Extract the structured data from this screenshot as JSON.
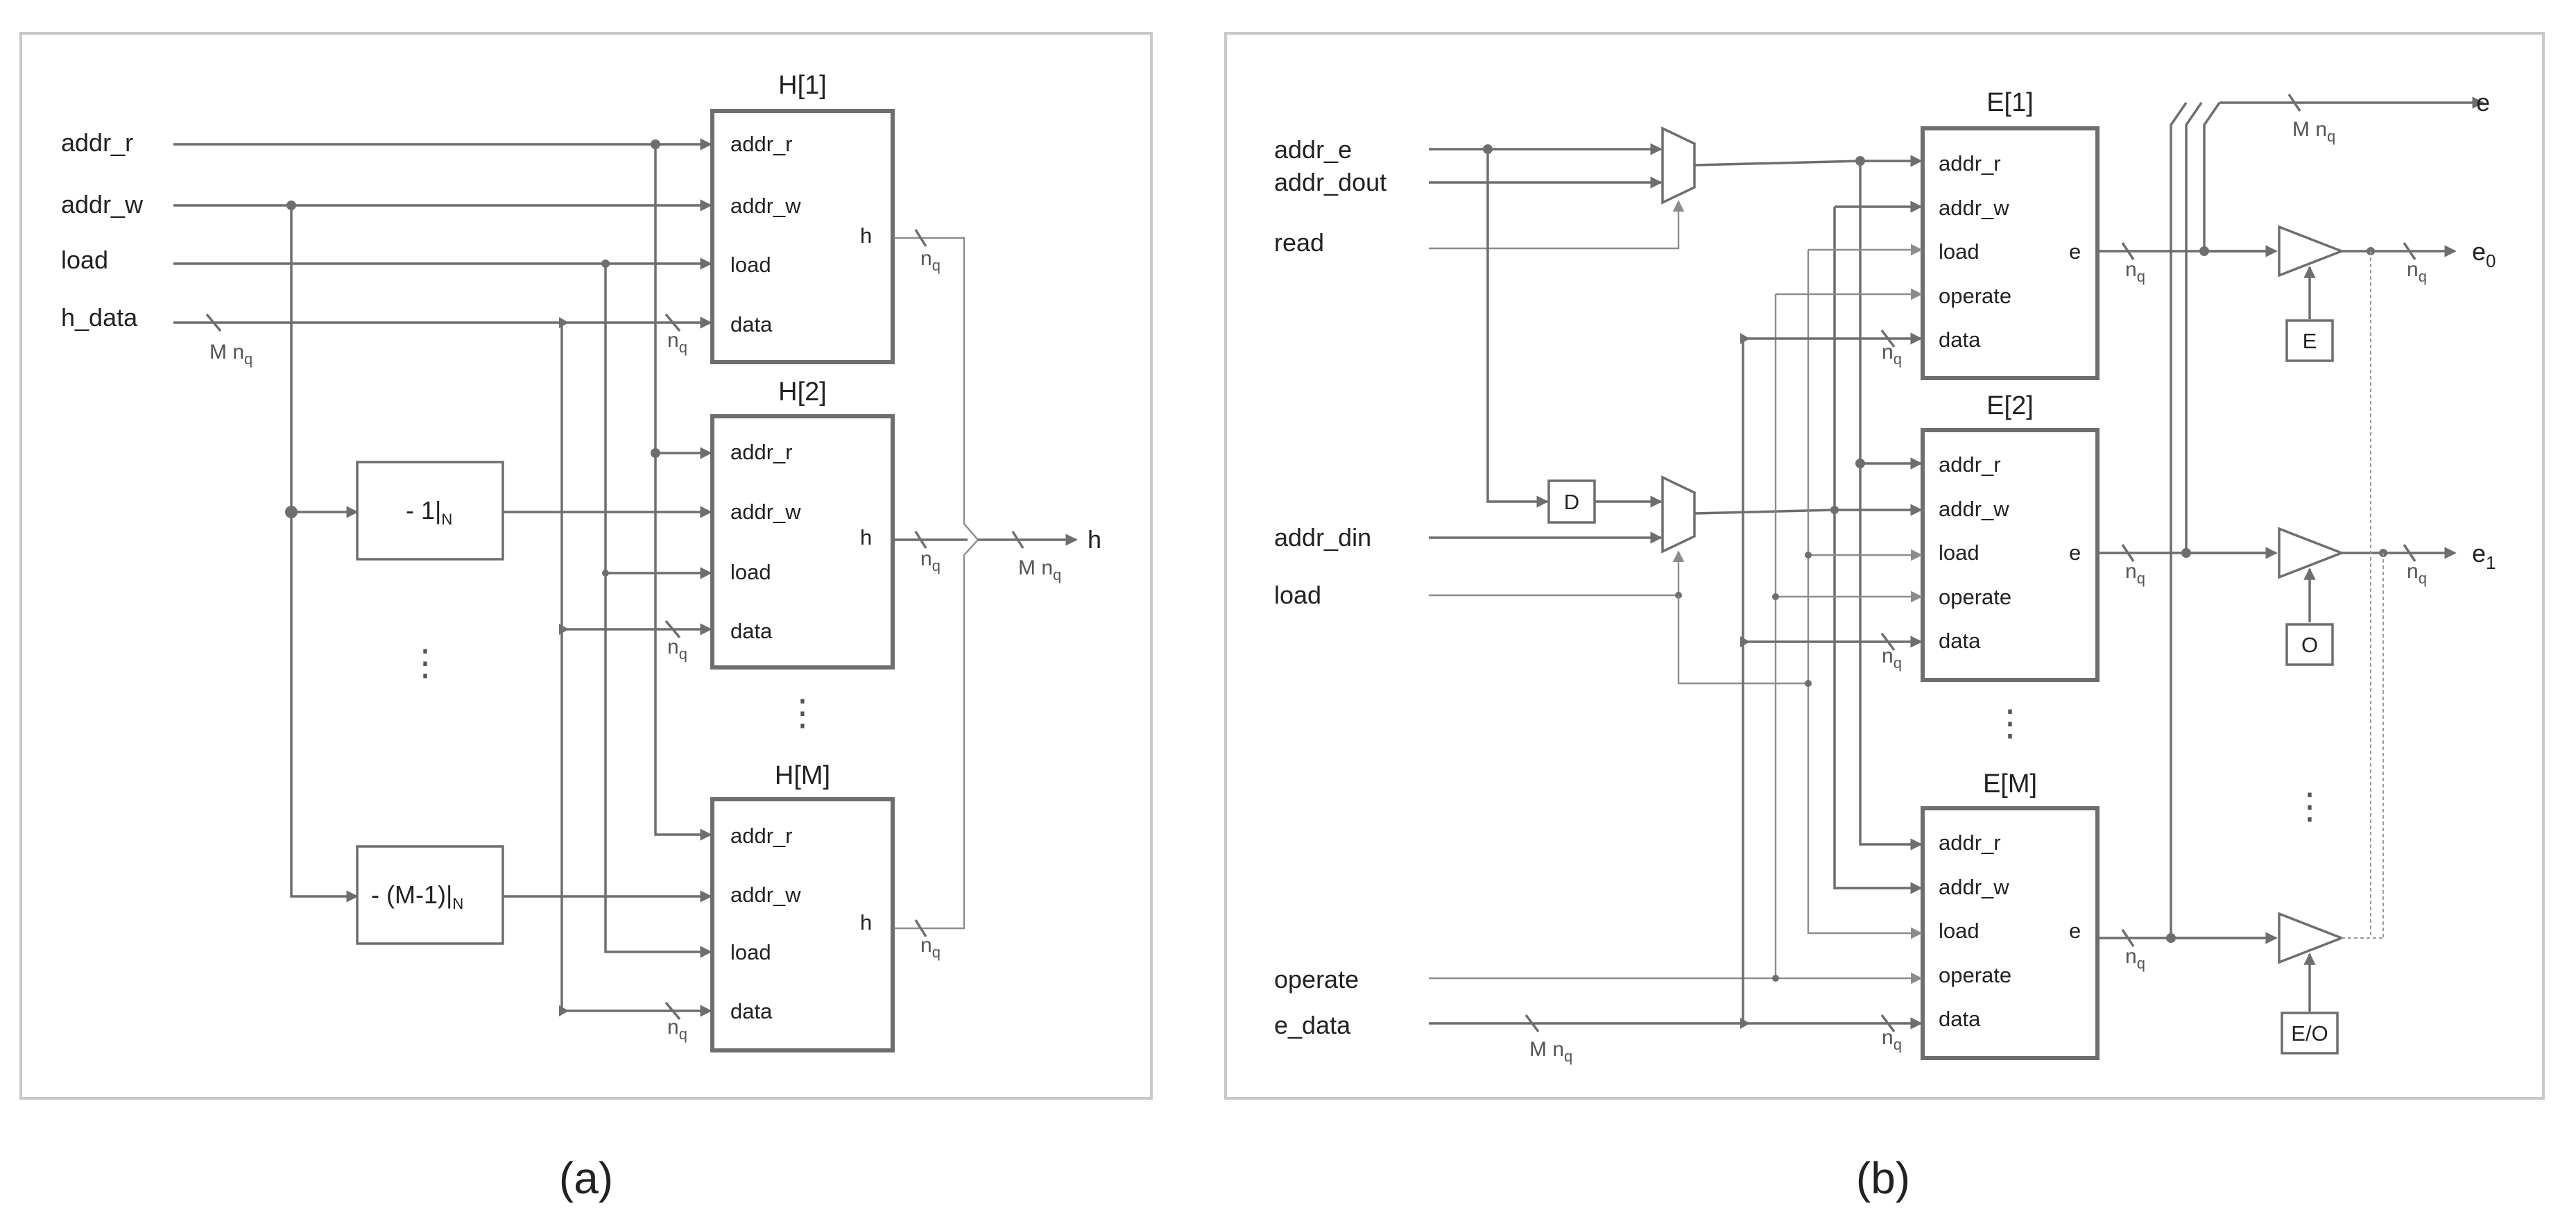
{
  "panel_a": {
    "caption": "(a)",
    "inputs": [
      "addr_r",
      "addr_w",
      "load",
      "h_data"
    ],
    "blocks": [
      "H[1]",
      "H[2]",
      "H[M]"
    ],
    "ports": [
      "addr_r",
      "addr_w",
      "load",
      "data"
    ],
    "output_port": "h",
    "subtractors": [
      "- 1|",
      "- (M-1)|"
    ],
    "subtractor_suffix": "N",
    "output": "h",
    "bus_in": "M n",
    "bus_width": "n",
    "bus_out": "M n",
    "subscript": "q",
    "vdots": "⋮"
  },
  "panel_b": {
    "caption": "(b)",
    "inputs": [
      "addr_e",
      "addr_dout",
      "read",
      "addr_din",
      "load",
      "operate",
      "e_data"
    ],
    "blocks": [
      "E[1]",
      "E[2]",
      "E[M]"
    ],
    "ports": [
      "addr_r",
      "addr_w",
      "load",
      "operate",
      "data"
    ],
    "output_port": "e",
    "delay": "D",
    "enables": [
      "E",
      "O",
      "E/O"
    ],
    "outputs": {
      "e": "e",
      "e0": "e",
      "e0_sub": "0",
      "e1": "e",
      "e1_sub": "1"
    },
    "bus_in": "M n",
    "bus_out": "M n",
    "bus_width": "n",
    "subscript": "q",
    "vdots": "⋮"
  }
}
